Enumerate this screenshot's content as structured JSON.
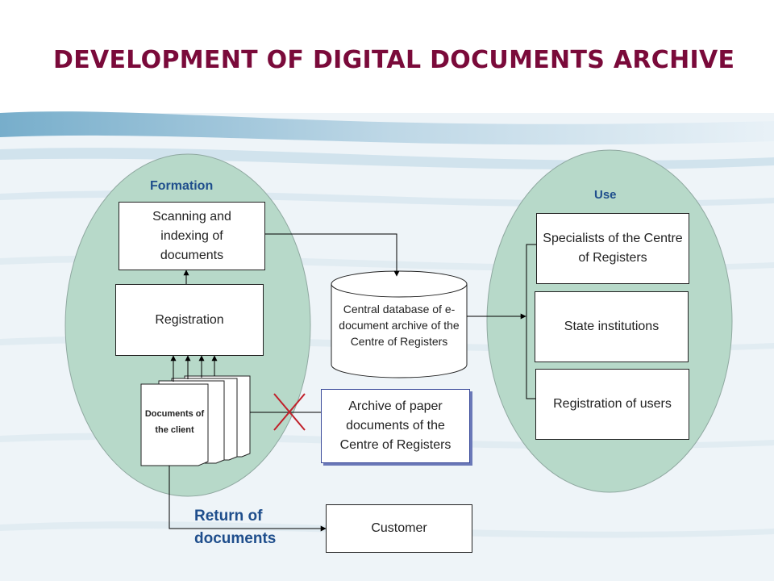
{
  "title": "DEVELOPMENT OF DIGITAL DOCUMENTS ARCHIVE",
  "sections": {
    "formation": "Formation",
    "use": "Use"
  },
  "boxes": {
    "scanning": "Scanning and indexing of documents",
    "registration": "Registration",
    "documents_client": "Documents of the client",
    "central_db": "Central database of e-document archive of the Centre of Registers",
    "archive_paper": "Archive of paper documents of the Centre of Registers",
    "customer": "Customer",
    "specialists": "Specialists of the Centre of Registers",
    "state_institutions": "State institutions",
    "registration_users": "Registration of users"
  },
  "return_label": "Return of documents",
  "colors": {
    "title": "#7a0a3a",
    "section_label": "#1f4e8c",
    "ellipse_fill": "#b7d9c9",
    "cross": "#c0202a"
  }
}
